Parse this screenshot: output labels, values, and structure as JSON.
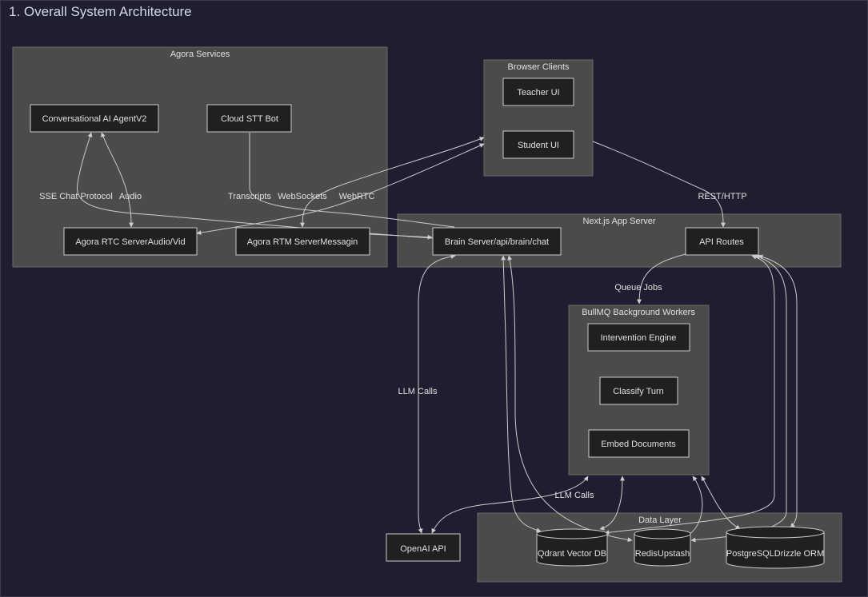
{
  "title": "1. Overall System Architecture",
  "groups": {
    "agora": "Agora Services",
    "browser": "Browser Clients",
    "nextjs": "Next.js App Server",
    "bullmq": "BullMQ Background Workers",
    "data": "Data Layer"
  },
  "nodes": {
    "conv_ai": "Conversational AI AgentV2",
    "stt_bot": "Cloud STT Bot",
    "rtc": "Agora RTC ServerAudio/Vid",
    "rtm": "Agora RTM ServerMessagin",
    "teacher": "Teacher UI",
    "student": "Student UI",
    "brain": "Brain Server/api/brain/chat",
    "api": "API Routes",
    "intervention": "Intervention Engine",
    "classify": "Classify Turn",
    "embed": "Embed Documents",
    "openai": "OpenAI API",
    "qdrant": "Qdrant Vector DB",
    "redis": "RedisUpstash",
    "postgres": "PostgreSQLDrizzle ORM"
  },
  "edges": {
    "sse": "SSE Chat Protocol",
    "audio": "Audio",
    "transcripts": "Transcripts",
    "websockets": "WebSockets",
    "webrtc": "WebRTC",
    "rest": "REST/HTTP",
    "queue": "Queue Jobs",
    "llm1": "LLM Calls",
    "llm2": "LLM Calls"
  },
  "colors": {
    "background": "#1f1e31",
    "group_fill": "#4b4b4a",
    "node_fill": "#1f2020",
    "stroke": "#cccccc",
    "text": "#e0e0e0"
  }
}
